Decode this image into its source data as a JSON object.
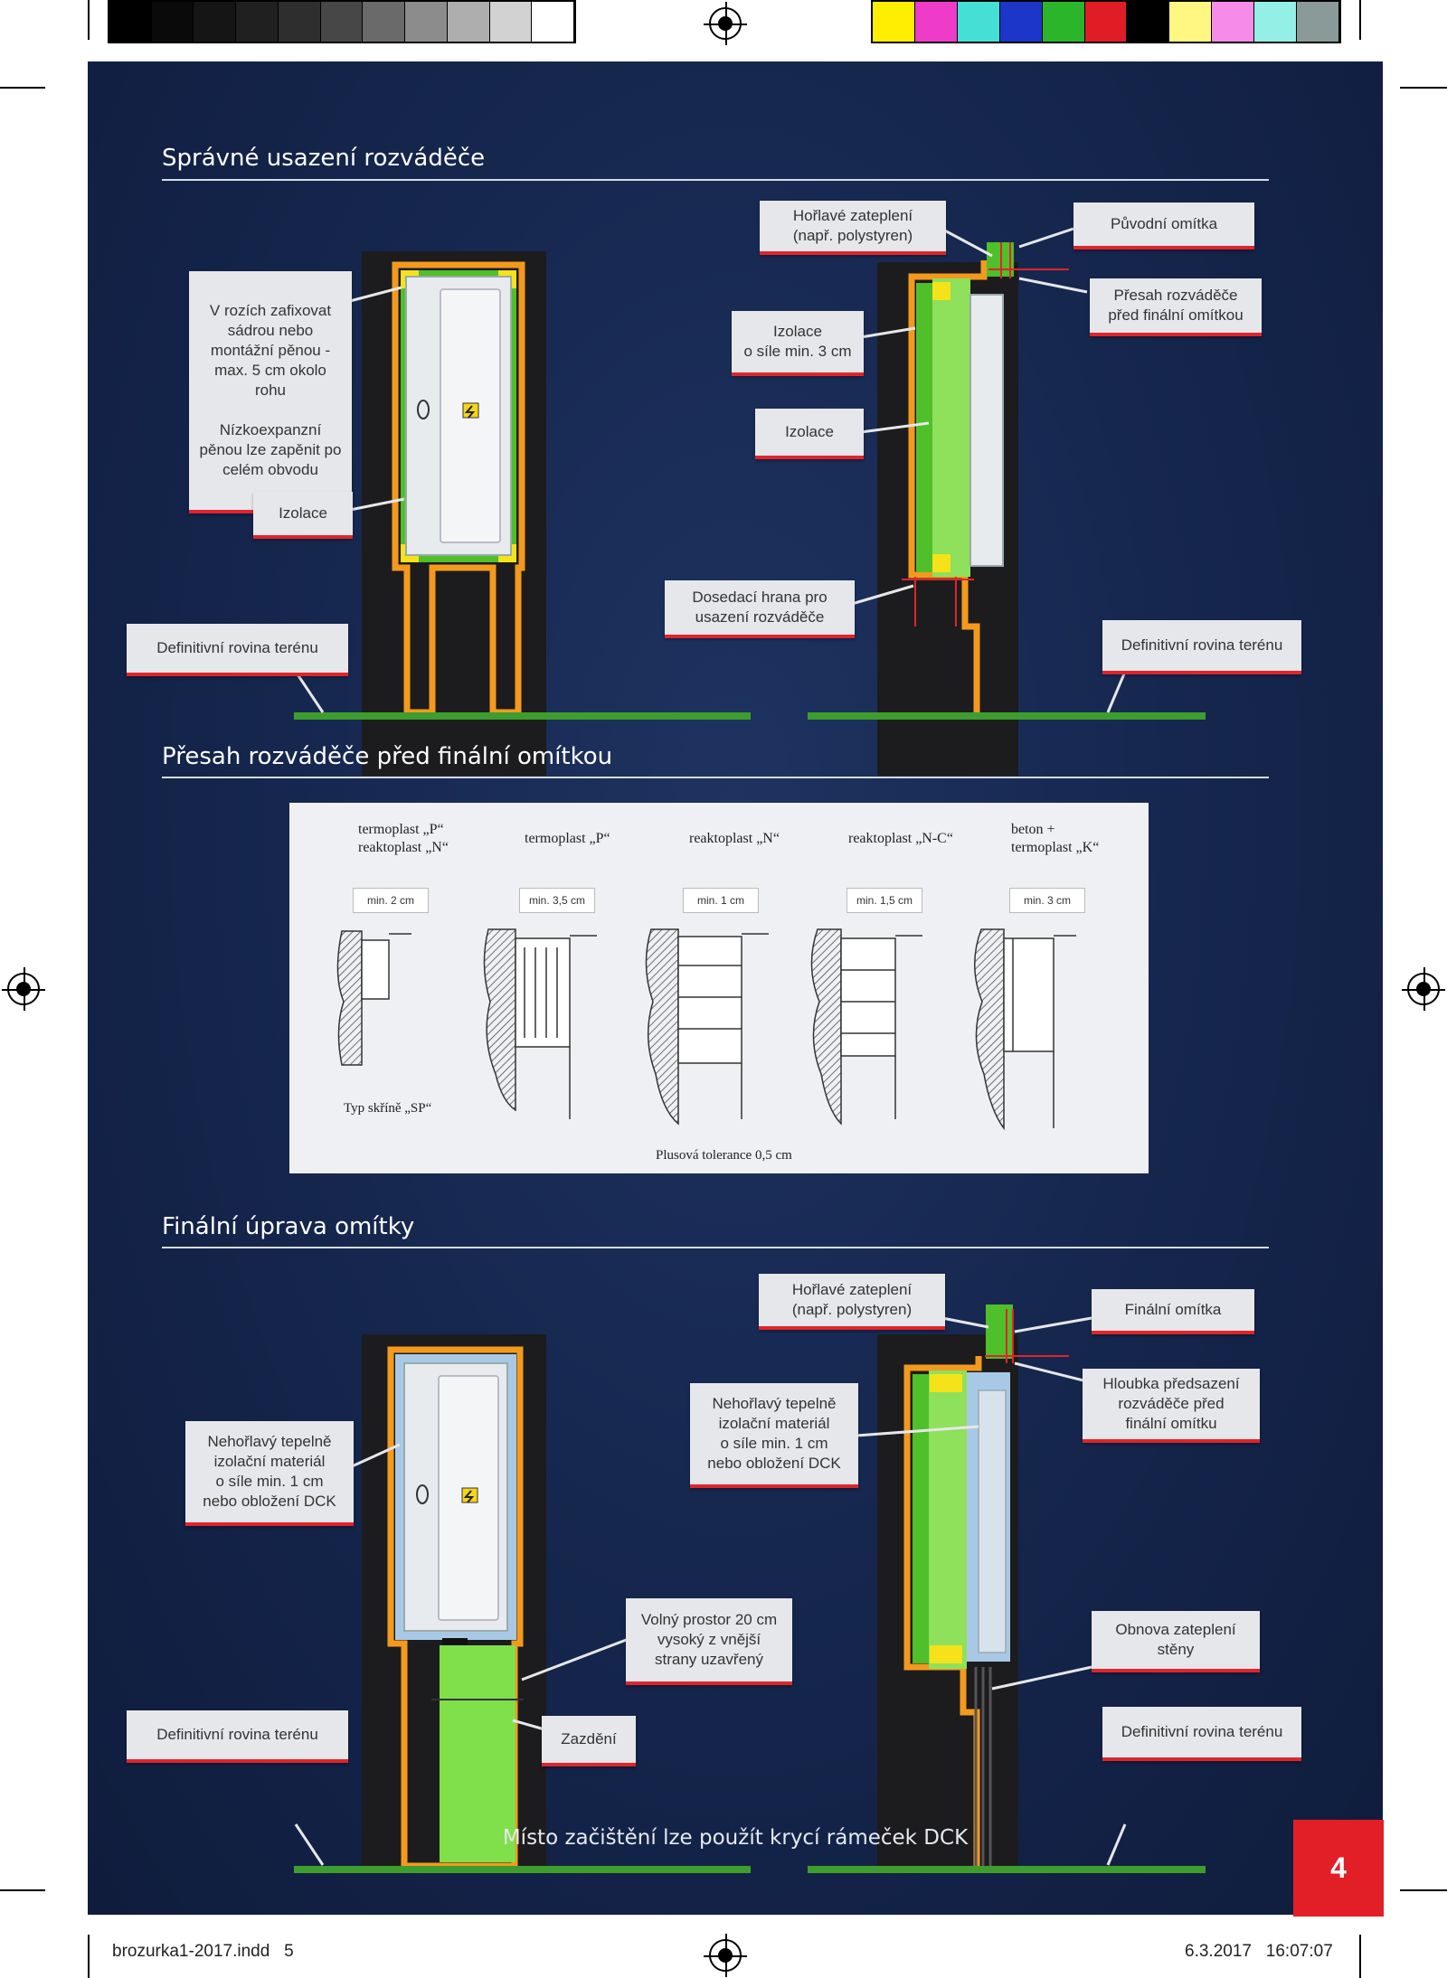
{
  "sections": {
    "s1_title": "Správné usazení rozváděče",
    "s2_title": "Přesah rozváděče před finální omítkou",
    "s3_title": "Finální úprava omítky"
  },
  "s1": {
    "left_corner_note": "V rozích zafixovat sádrou nebo montážní pěnou - max. 5 cm okolo rohu\n\nNízkoexpanzní pěnou lze zapěnit po celém obvodu",
    "left_izolace": "Izolace",
    "left_terrain": "Definitivní rovina terénu",
    "right_horlave": "Hořlavé zateplení\n(např. polystyren)",
    "right_puvodni": "Původní omítka",
    "right_presah": "Přesah rozváděče\npřed finální omítkou",
    "right_izolace3": "Izolace\no síle min. 3 cm",
    "right_izolace": "Izolace",
    "right_dosedaci": "Dosedací hrana pro\nusazení rozváděče",
    "right_terrain": "Definitivní rovina terénu"
  },
  "s2": {
    "columns": [
      {
        "label": "termoplast „P“\nreaktoplast „N“",
        "tag": "min. 2 cm"
      },
      {
        "label": "termoplast „P“",
        "tag": "min. 3,5 cm"
      },
      {
        "label": "reaktoplast „N“",
        "tag": "min. 1 cm"
      },
      {
        "label": "reaktoplast „N-C“",
        "tag": "min. 1,5 cm"
      },
      {
        "label": "beton +\ntermoplast „K“",
        "tag": "min. 3 cm"
      }
    ],
    "typ": "Typ skříně „SP“",
    "tolerance": "Plusová tolerance 0,5 cm"
  },
  "s3": {
    "left_nehorlavy": "Nehořlavý tepelně\nizolační materiál\no síle min. 1 cm\nnebo obložení DCK",
    "left_volny": "Volný prostor 20 cm\nvysoký z vnější\nstrany uzavřený",
    "left_zazdeni": "Zazdění",
    "left_terrain": "Definitivní rovina terénu",
    "right_horlave": "Hořlavé zateplení\n(např. polystyren)",
    "right_finalni": "Finální omítka",
    "right_nehorlavy": "Nehořlavý tepelně\nizolační materiál\no síle min. 1 cm\nnebo obložení DCK",
    "right_hloubka": "Hloubka předsazení\nrozváděče před\nfinální omítku",
    "right_obnova": "Obnova zateplení\nstěny",
    "right_terrain": "Definitivní rovina terénu"
  },
  "bottom_note": "Místo začištění lze použít krycí rámeček DCK",
  "page_number": "4",
  "footer": {
    "file": "brozurka1-2017.indd   5",
    "date": "6.3.2017   16:07:07"
  },
  "colors": {
    "bg": "#14244a",
    "orange": "#f39a1e",
    "green": "#4fbf2a",
    "yellow": "#f5e21a",
    "blue_fill": "#a8c9e6",
    "red": "#e0242b",
    "wall": "#1c1c1e"
  },
  "color_bars": {
    "greys": [
      "#000000",
      "#0a0a0a",
      "#151515",
      "#202020",
      "#2e2e2e",
      "#474747",
      "#6a6a6a",
      "#8c8c8c",
      "#aeaeae",
      "#d2d2d2",
      "#ffffff"
    ],
    "colors": [
      "#ffee00",
      "#ee3cc8",
      "#44e0d6",
      "#1b36c8",
      "#2bb52b",
      "#e01c25",
      "#000000",
      "#fff782",
      "#f78ce8",
      "#94efe6",
      "#8a9a98"
    ]
  }
}
